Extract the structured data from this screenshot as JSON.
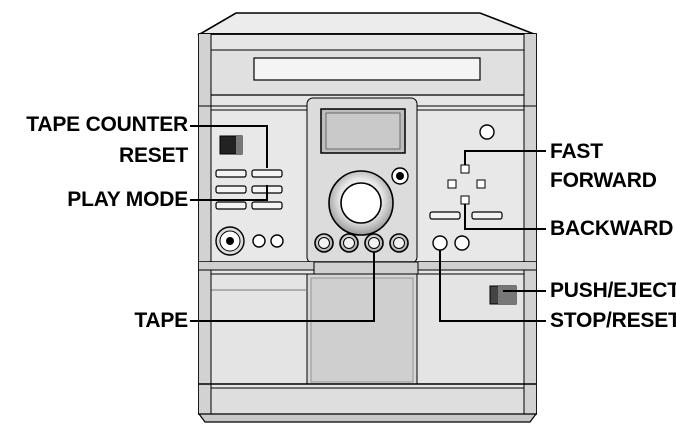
{
  "labels": {
    "tape_counter_line1": "TAPE COUNTER",
    "tape_counter_line2": "RESET",
    "play_mode": "PLAY MODE",
    "tape": "TAPE",
    "fast_forward_line1": "FAST",
    "fast_forward_line2": "FORWARD",
    "backward": "BACKWARD",
    "push_eject": "PUSH/EJECT",
    "stop_reset": "STOP/RESET"
  },
  "icons": {
    "device": "stereo-system-illustration",
    "record_button": "record-button-icon"
  },
  "colors": {
    "line": "#000000",
    "body_fill": "#e6e6e6",
    "panel_fill": "#d9d9d9",
    "shadow_fill": "#bdbdbd"
  }
}
